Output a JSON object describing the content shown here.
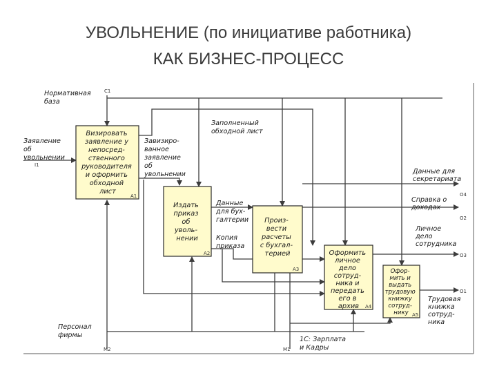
{
  "slide": {
    "title_line1": "УВОЛЬНЕНИЕ (по инициативе работника)",
    "title_line2": "КАК БИЗНЕС-ПРОЦЕСС"
  },
  "boxes": [
    {
      "lines": [
        "Визировать",
        "заявление у",
        "непосред-",
        "ственного",
        "руководителя",
        "и оформить",
        "обходной",
        "лист"
      ],
      "id": "A1"
    },
    {
      "lines": [
        "Издать",
        "приказ",
        "об",
        "уволь-",
        "нении"
      ],
      "id": "A2"
    },
    {
      "lines": [
        "Произ-",
        "вести",
        "расчеты",
        "с бухгал-",
        "терией"
      ],
      "id": "A3"
    },
    {
      "lines": [
        "Оформить",
        "личное",
        "дело",
        "сотруд-",
        "ника и",
        "передать",
        "его в",
        "архив"
      ],
      "id": "A4"
    },
    {
      "lines": [
        "Офор-",
        "мить и",
        "выдать",
        "трудовую",
        "книжку",
        "сотруд-",
        "нику"
      ],
      "id": "A5"
    }
  ],
  "labels": {
    "control_norm": [
      "Нормативная",
      "база"
    ],
    "control_tag": "C1",
    "input_app": [
      "Заявление",
      "об",
      "увольнении"
    ],
    "input_tag": "I1",
    "visa": [
      "Завизиро-",
      "ванное",
      "заявление",
      "об",
      "увольнении"
    ],
    "checklist": [
      "Заполненный",
      "обходной лист"
    ],
    "acct_data": [
      "Данные",
      "для бух-",
      "галтерии"
    ],
    "order_copy": [
      "Копия",
      "приказа"
    ],
    "out_secretary": [
      "Данные для",
      "секретариата"
    ],
    "out_income": [
      "Справка о",
      "доходах"
    ],
    "out_file": [
      "Личное",
      "дело",
      "сотрудника"
    ],
    "out_book": [
      "Трудовая",
      "книжка",
      "сотруд-",
      "ника"
    ],
    "mech_staff": [
      "Персонал",
      "фирмы"
    ],
    "mech_1c": [
      "1С: Зарплата",
      "и Кадры"
    ],
    "tag_o1": "O1",
    "tag_o2": "O2",
    "tag_o3": "O3",
    "tag_o4": "O4",
    "tag_m1": "M1",
    "tag_m2": "M2"
  }
}
